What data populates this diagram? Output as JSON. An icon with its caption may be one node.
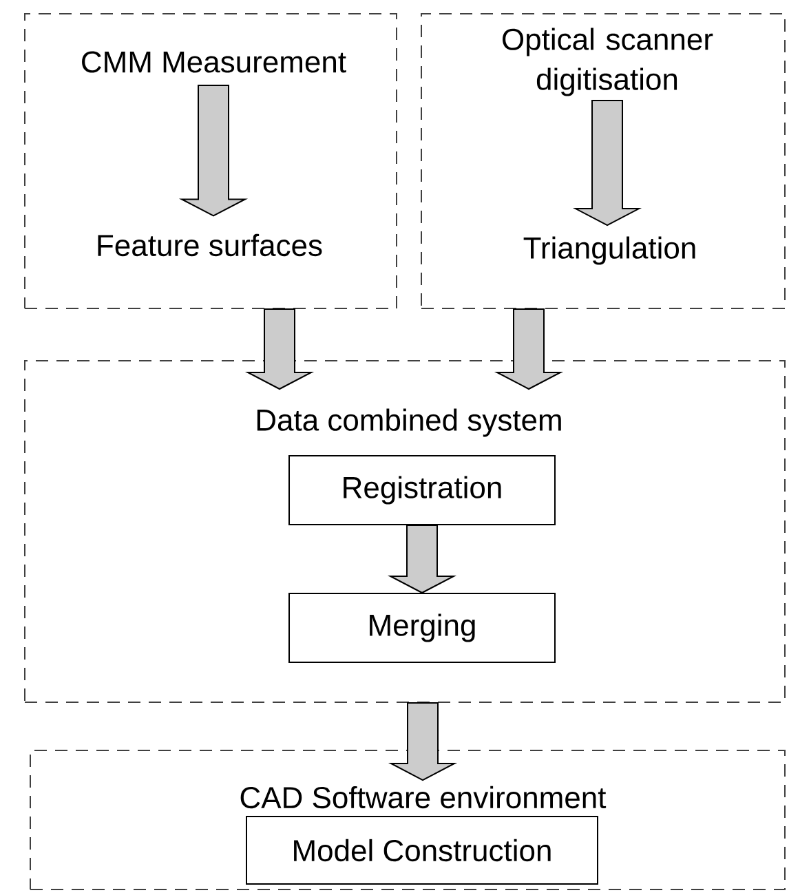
{
  "diagram": {
    "nodes": [
      {
        "text": [],
        "shape": "box"
      },
      {
        "text": [
          "CMM Measurement"
        ],
        "in": 0
      },
      {
        "text": [
          "Feature surfaces"
        ],
        "in": 0
      },
      {
        "text": [],
        "shape": "box"
      },
      {
        "text": [
          "Optical scanner digitisation"
        ],
        "in": 3
      },
      {
        "text": [
          "Triangulation"
        ],
        "in": 3
      },
      {
        "text": [
          "Data combined system"
        ]
      },
      {
        "text": [
          "Registration"
        ],
        "in": 6
      },
      {
        "text": [
          "Merging"
        ],
        "in": 6
      },
      {
        "text": [
          "CAD Software environment"
        ]
      },
      {
        "text": [
          "Model Construction"
        ],
        "in": 9
      }
    ],
    "edges": [
      {
        "from": 1,
        "to": 2,
        "arrow": "to"
      },
      {
        "from": 4,
        "to": 5,
        "arrow": "to"
      },
      {
        "from": 0,
        "to": 6,
        "arrow": "to"
      },
      {
        "from": 3,
        "to": 6,
        "arrow": "to"
      },
      {
        "from": 7,
        "to": 8,
        "arrow": "to"
      },
      {
        "from": 6,
        "to": 9,
        "arrow": "to"
      }
    ]
  }
}
